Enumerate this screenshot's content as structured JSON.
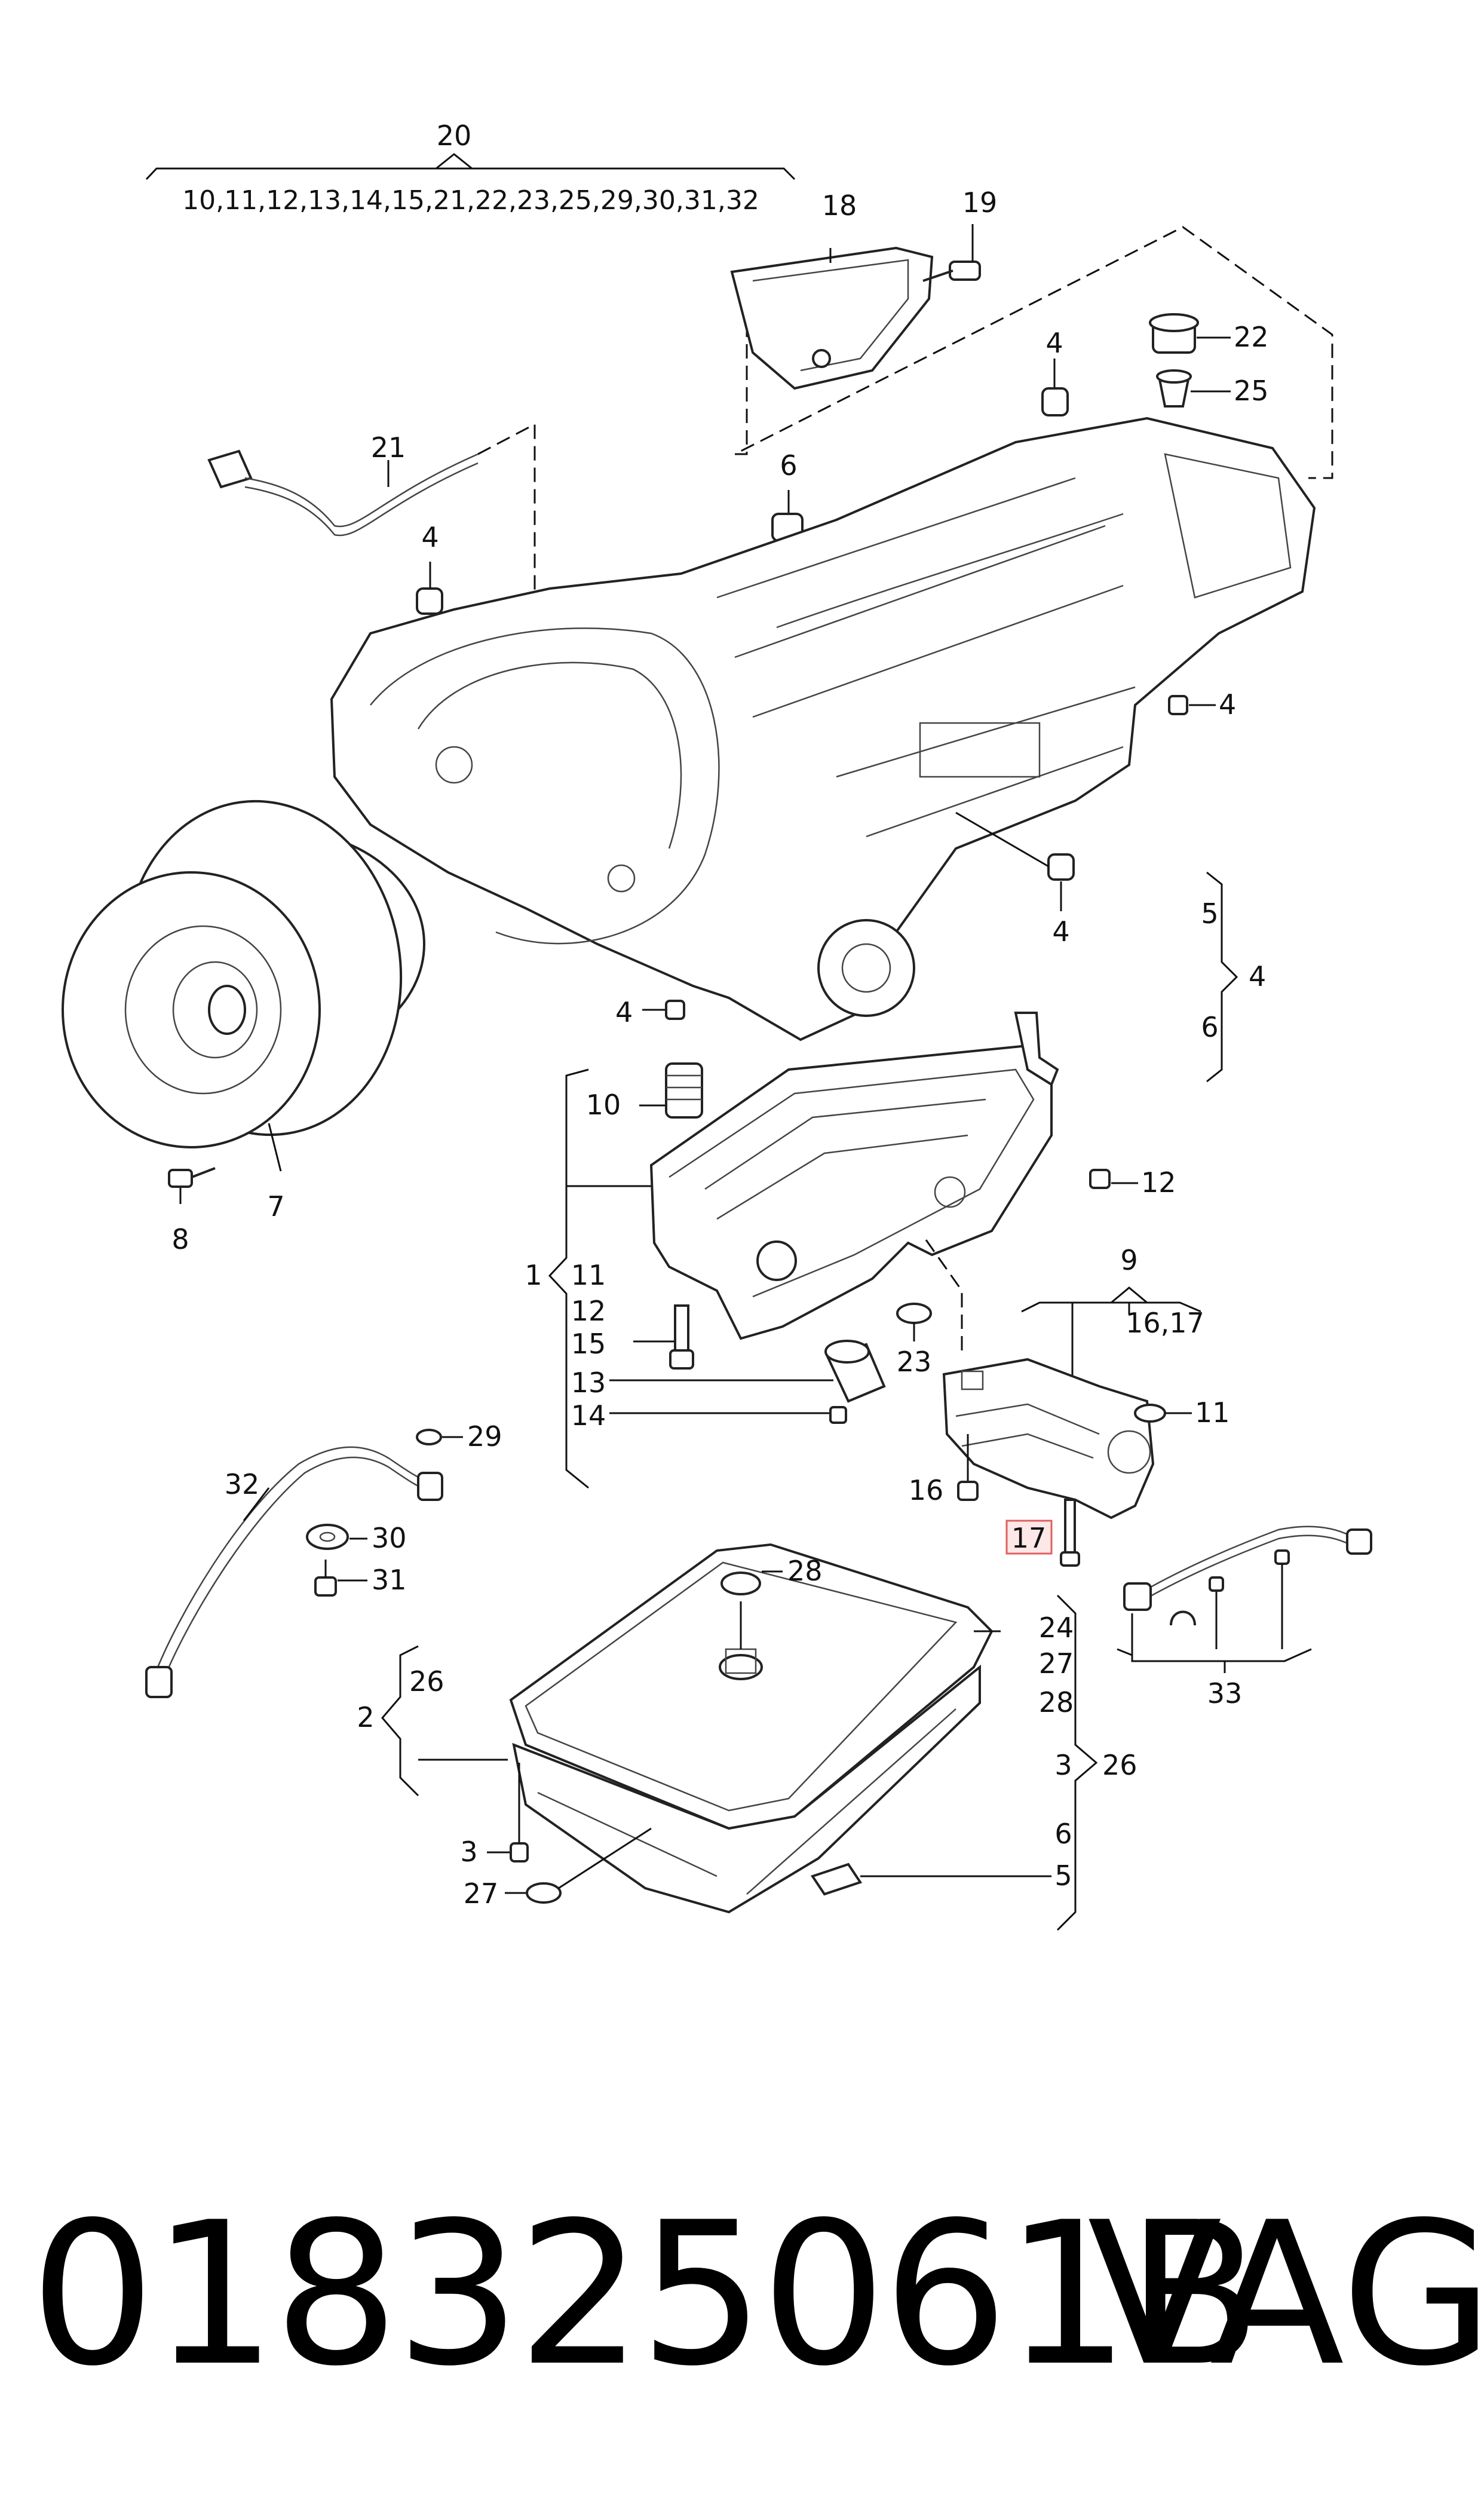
{
  "labels": {
    "l20": "20",
    "l20list": "10,11,12,13,14,15,21,22,23,25,29,30,31,32",
    "l18": "18",
    "l19": "19",
    "l22": "22",
    "l25": "25",
    "l4a": "4",
    "l6a": "6",
    "l21": "21",
    "l4b": "4",
    "l4c": "4",
    "l4d": "4",
    "l4e": "4",
    "l5a": "5",
    "l4f": "4",
    "l6b": "6",
    "l10": "10",
    "l12a": "12",
    "l1": "1",
    "l11a": "11",
    "l12b": "12",
    "l15": "15",
    "l13": "13",
    "l14": "14",
    "l23": "23",
    "l9": "9",
    "l1617": "16,17",
    "l11b": "11",
    "l16": "16",
    "l17": "17",
    "l8": "8",
    "l7": "7",
    "l29": "29",
    "l32": "32",
    "l30": "30",
    "l31": "31",
    "l28a": "28",
    "l24": "24",
    "l27a": "27",
    "l28b": "28",
    "l3a": "3",
    "l26a": "26",
    "l6c": "6",
    "l5b": "5",
    "l2": "2",
    "l26b": "26",
    "l3b": "3",
    "l27b": "27",
    "l33": "33"
  },
  "footer": {
    "part_number": "018325061B",
    "brand": "VAG"
  },
  "colors": {
    "line": "#111111",
    "highlight_fill": "#fde7e7",
    "highlight_border": "#e06060"
  }
}
